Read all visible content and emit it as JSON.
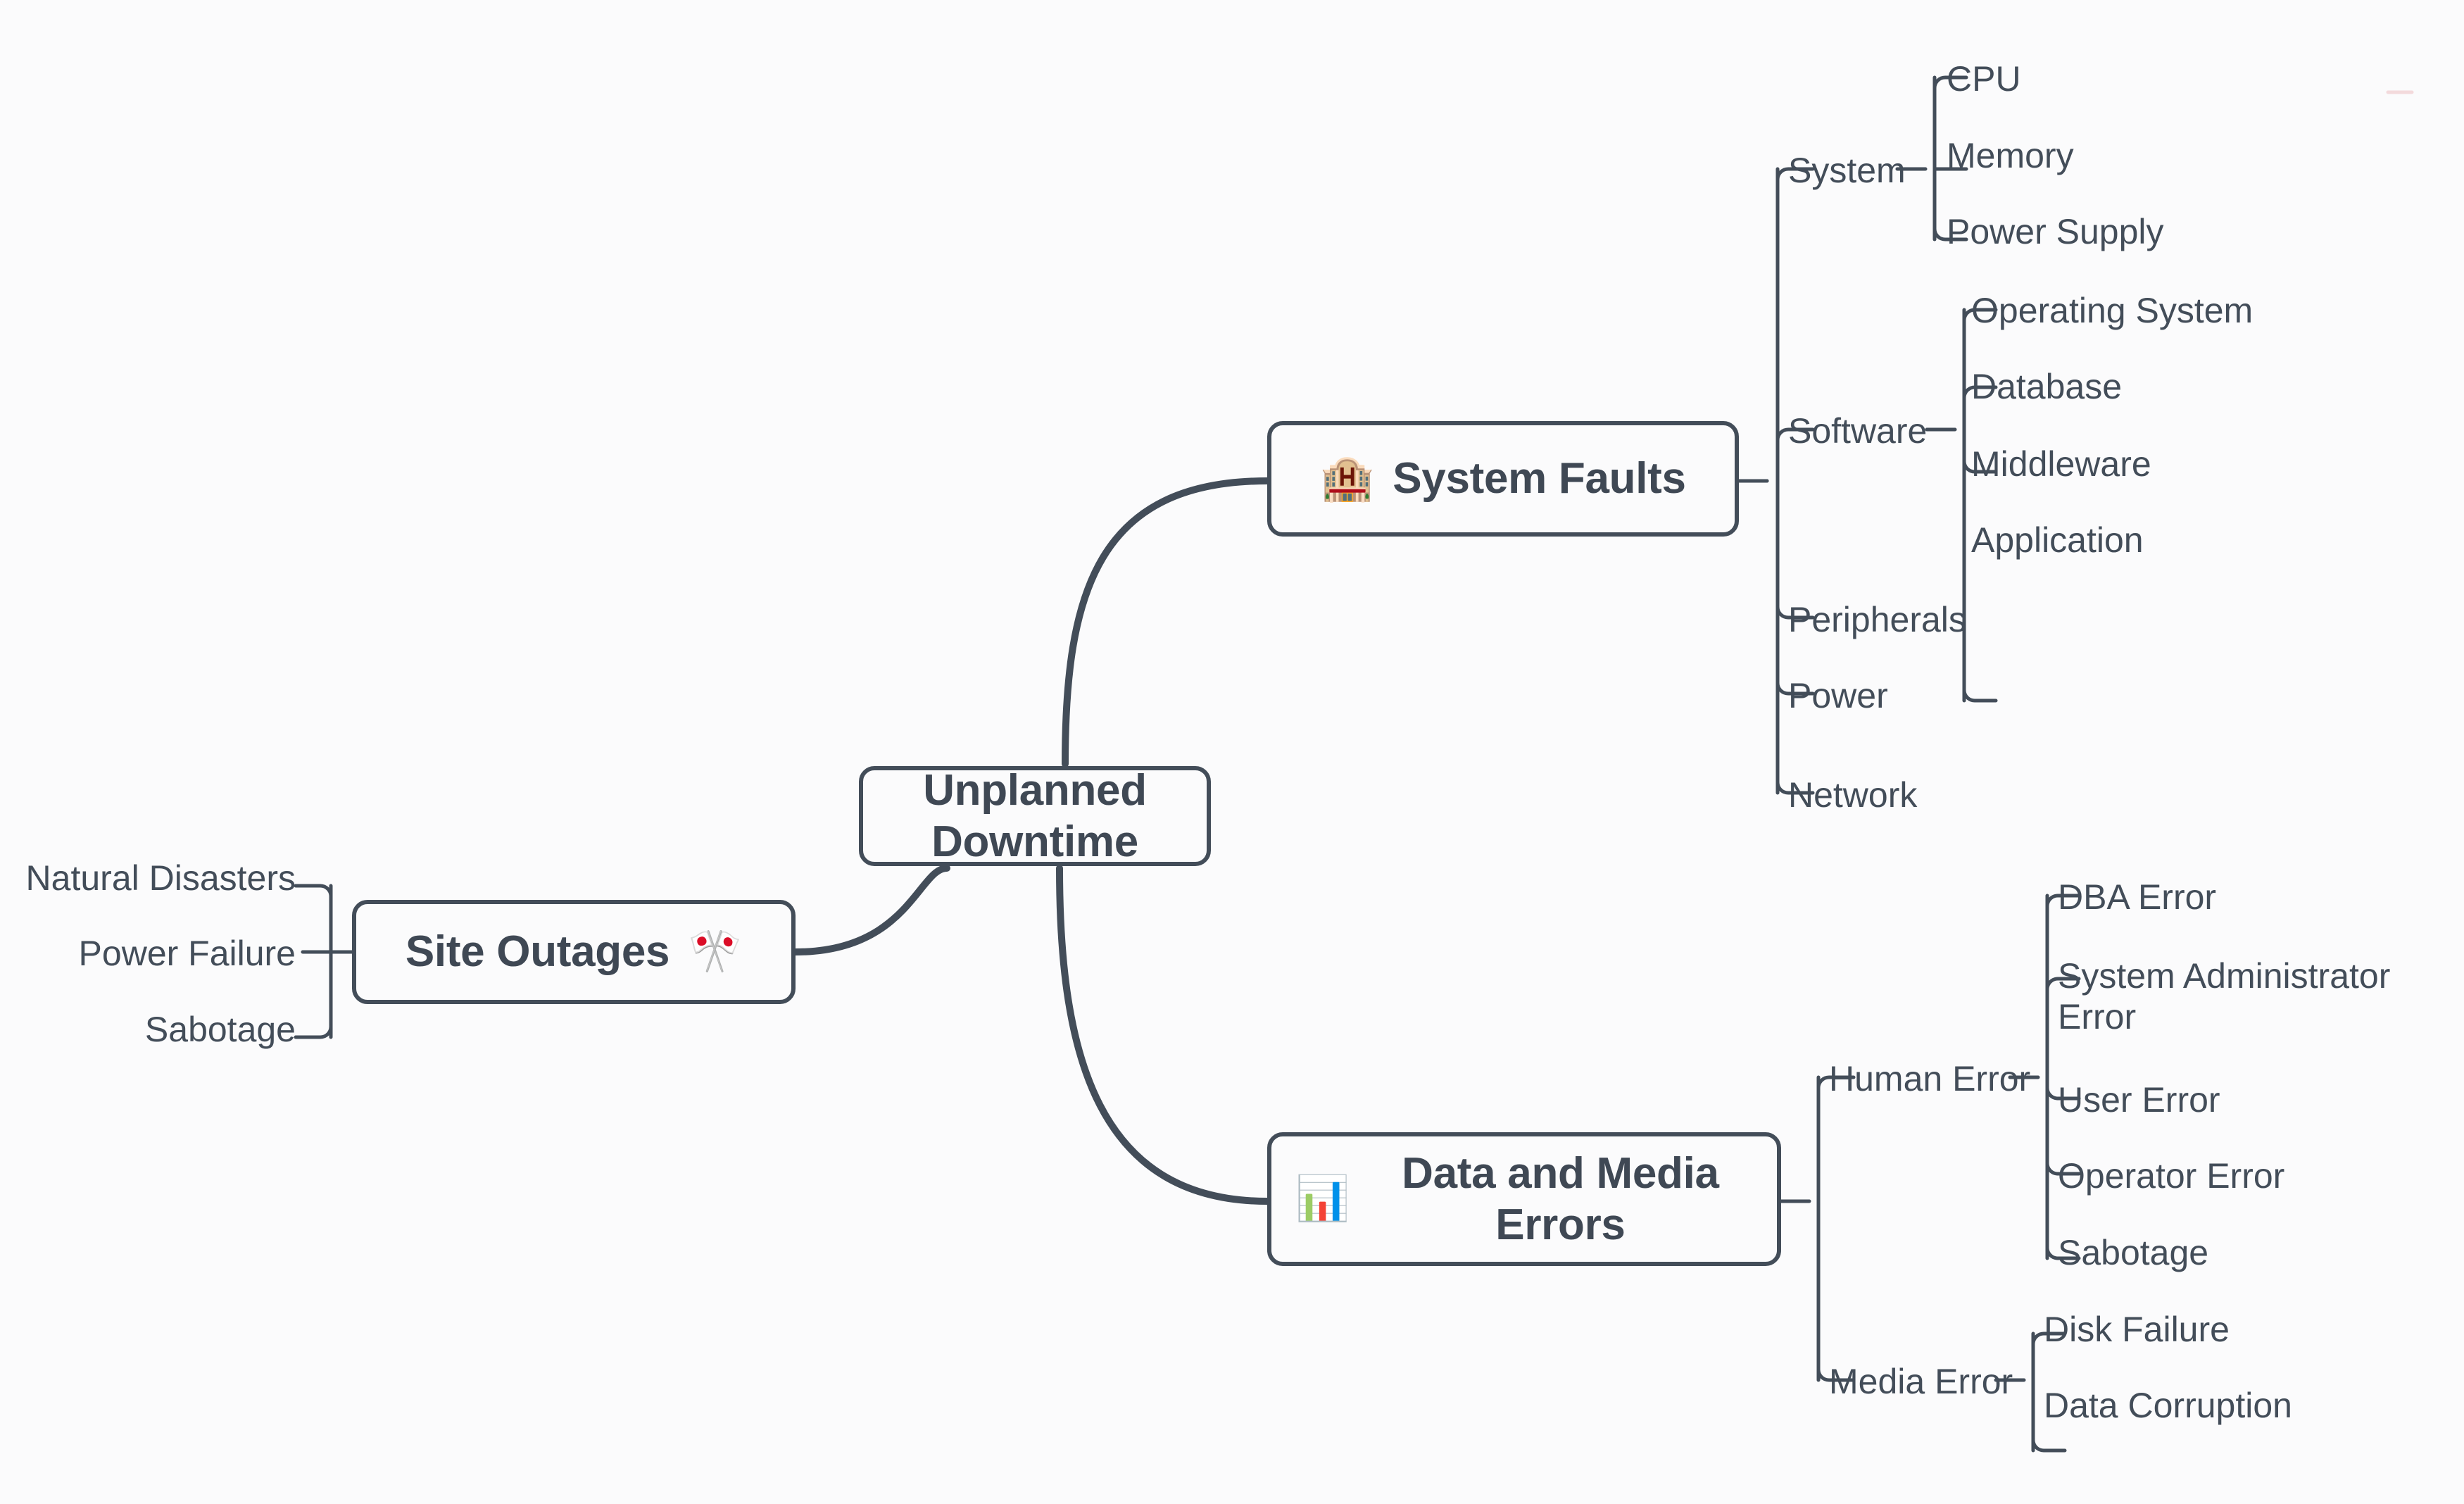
{
  "diagram": {
    "title": "Unplanned Downtime",
    "type": "mind-map",
    "background_color": "#fbfbfc",
    "line_color": "#434d59",
    "text_color": "#434d59"
  },
  "center": {
    "label": "Unplanned\nDowntime"
  },
  "branches": {
    "system_faults": {
      "label": "System Faults",
      "icon": "hotel-building-icon",
      "icon_glyph": "🏨",
      "children": [
        {
          "label": "System",
          "children": [
            {
              "label": "CPU"
            },
            {
              "label": "Memory"
            },
            {
              "label": "Power Supply"
            }
          ]
        },
        {
          "label": "Software",
          "children": [
            {
              "label": "Operating System"
            },
            {
              "label": "Database"
            },
            {
              "label": "Middleware"
            },
            {
              "label": "Application"
            }
          ]
        },
        {
          "label": "Peripherals",
          "children": []
        },
        {
          "label": "Power",
          "children": []
        },
        {
          "label": "Network",
          "children": []
        }
      ]
    },
    "site_outages": {
      "label": "Site Outages",
      "icon": "crossed-flags-icon",
      "icon_glyph": "🎌",
      "children": [
        {
          "label": "Natural Disasters"
        },
        {
          "label": "Power Failure"
        },
        {
          "label": "Sabotage"
        }
      ]
    },
    "data_and_media_errors": {
      "label": "Data and Media\nErrors",
      "icon": "bar-chart-increasing-icon",
      "icon_glyph": "📊",
      "children": [
        {
          "label": "Human Error",
          "children": [
            {
              "label": "DBA Error"
            },
            {
              "label": "System Administrator Error"
            },
            {
              "label": "User Error"
            },
            {
              "label": "Operator Error"
            },
            {
              "label": "Sabotage"
            }
          ]
        },
        {
          "label": "Media Error",
          "children": [
            {
              "label": "Disk Failure"
            },
            {
              "label": "Data Corruption"
            }
          ]
        }
      ]
    }
  }
}
